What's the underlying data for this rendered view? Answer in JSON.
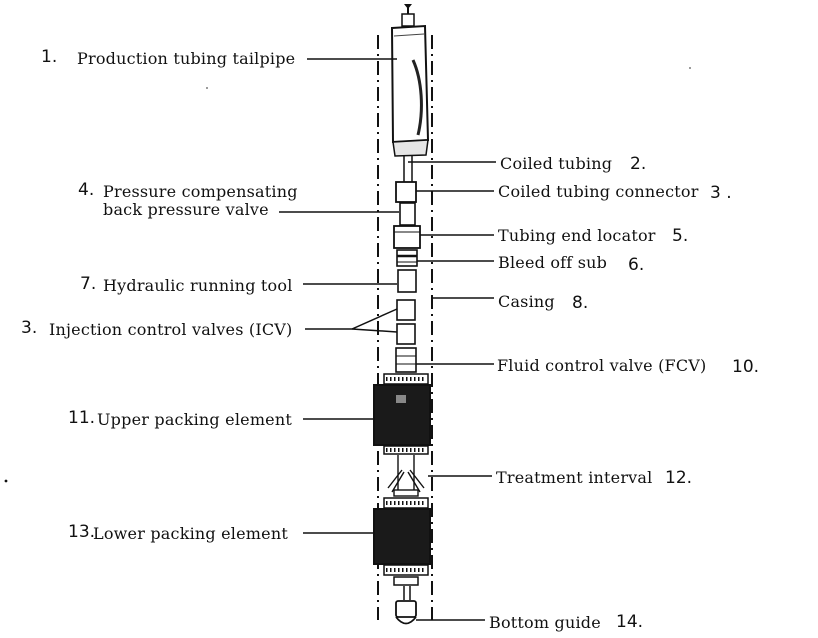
{
  "labels": {
    "production_tubing_num": "1.",
    "production_tubing": "Production tubing tailpipe",
    "coiled_tubing": "Coiled tubing",
    "coiled_tubing_num": "2.",
    "ct_connector": "Coiled tubing connector",
    "ct_connector_num": "3 .",
    "pcbpv_num": "4.",
    "pcbpv_line1": "Pressure compensating",
    "pcbpv_line2": "back pressure valve",
    "tubing_end_locator": "Tubing end locator",
    "tubing_end_locator_num": "5.",
    "bleed_off_sub": "Bleed off sub",
    "bleed_off_sub_num": "6.",
    "hrt_num": "7.",
    "hrt": "Hydraulic running tool",
    "casing": "Casing",
    "casing_num": "8.",
    "icv_num": "3.",
    "icv": "Injection control valves (ICV)",
    "fcv": "Fluid control valve (FCV)",
    "fcv_num": "10.",
    "upper_packing_num": "11.",
    "upper_packing": "Upper packing element",
    "treatment_interval": "Treatment interval",
    "treatment_interval_num": "12.",
    "lower_packing_num": "13.",
    "lower_packing": "Lower packing element",
    "bottom_guide": "Bottom guide",
    "bottom_guide_num": "14."
  }
}
